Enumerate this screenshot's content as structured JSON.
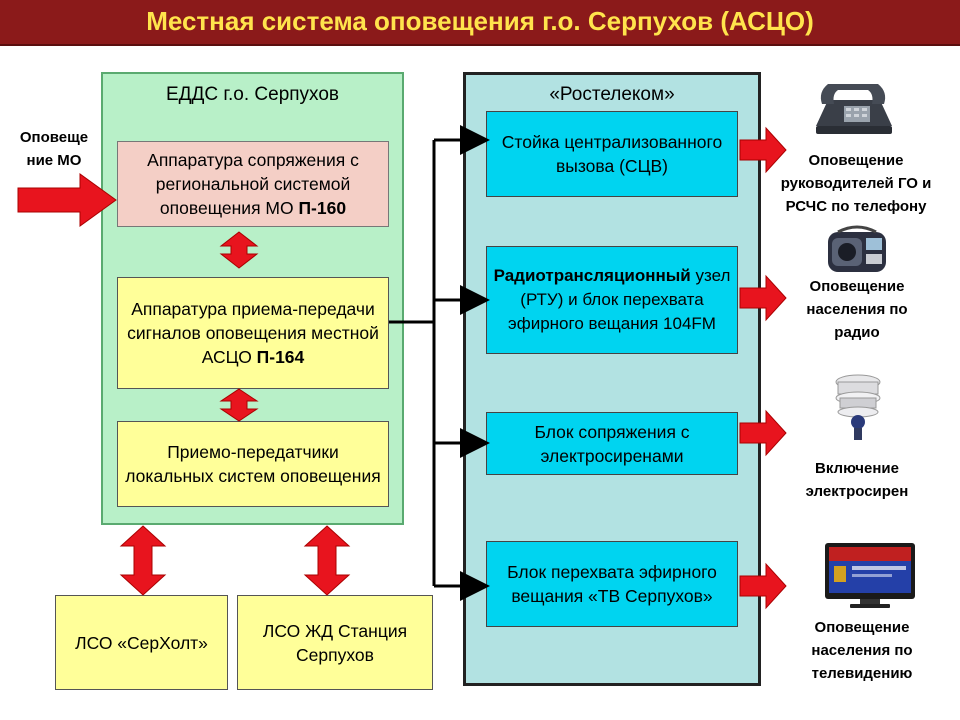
{
  "title": "Местная система оповещения г.о. Серпухов (АСЦО)",
  "edds": {
    "title": "ЕДДС г.о. Серпухов",
    "box1": {
      "text": "Аппаратура сопряжения с региональной системой оповещения МО ",
      "code": "П-160"
    },
    "box2": {
      "text": "Аппаратура приема-передачи сигналов оповещения местной АСЦО ",
      "code": "П-164"
    },
    "box3": {
      "text": "Приемо-передатчики локальных систем оповещения"
    }
  },
  "input_label": "Оповеще ние МО",
  "lso": [
    {
      "text": "ЛСО «СерХолт»"
    },
    {
      "text": "ЛСО ЖД Станция Серпухов"
    }
  ],
  "rostelecom": {
    "title": "«Ростелеком»",
    "boxes": [
      {
        "text": "Стойка централизованного вызова (СЦВ)"
      },
      {
        "bold": "Радиотрансляционный",
        "text": " узел (РТУ) и блок перехвата эфирного вещания 104FM"
      },
      {
        "text": "Блок сопряжения с электросиренами"
      },
      {
        "text": "Блок перехвата эфирного вещания «ТВ Серпухов»"
      }
    ]
  },
  "outputs": [
    {
      "label": "Оповещение руководителей ГО и РСЧС по телефону",
      "icon": "telephone-icon"
    },
    {
      "label": "Оповещение населения по радио",
      "icon": "radio-icon"
    },
    {
      "label": "Включение электросирен",
      "icon": "siren-icon"
    },
    {
      "label": "Оповещение населения по телевидению",
      "icon": "tv-icon"
    }
  ],
  "colors": {
    "title_bg": "#8b1a1a",
    "title_text": "#ffe44c",
    "edds_bg": "#b8f0c8",
    "rostelecom_bg": "#b2e2e2",
    "arrow_red": "#e8141e",
    "box_cyan": "#00d4f0",
    "box_yellow": "#ffff99",
    "box_pink": "#f4cfc6"
  }
}
